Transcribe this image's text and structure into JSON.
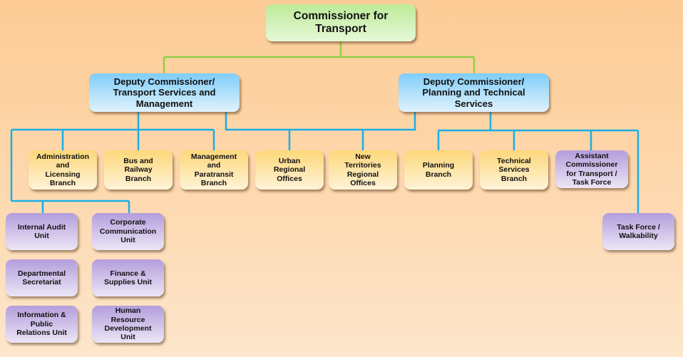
{
  "chart_title": "",
  "colors": {
    "top_connector": "#8fcf4a",
    "branch_connector": "#1aaee6",
    "level_0_fill": "#bdeb98",
    "level_1_fill": "#7fcdf9",
    "branch_fill": "#fdd77a",
    "unit_fill": "#b39ddc"
  },
  "org": {
    "head": "Commissioner for\nTransport",
    "deputies": [
      "Deputy Commissioner/\nTransport  Services and\nManagement",
      "Deputy Commissioner/\nPlanning and Technical\nServices"
    ],
    "branches": [
      "Administration\nand\nLicensing\nBranch",
      "Bus and\nRailway\nBranch",
      "Management\nand\nParatransit\nBranch",
      "Urban\nRegional\nOffices",
      "New\nTerritories\nRegional\nOffices",
      "Planning\nBranch",
      "Technical\nServices\nBranch",
      "Assistant\nCommissioner\nfor Transport /\nTask Force"
    ],
    "units": [
      "Internal Audit\nUnit",
      "Corporate\nCommunication\nUnit",
      "Departmental\nSecretariat",
      "Finance &\nSupplies Unit",
      "Information &\nPublic\nRelations Unit",
      "Human\nResource\nDevelopment\nUnit",
      "Task Force /\nWalkability"
    ]
  }
}
